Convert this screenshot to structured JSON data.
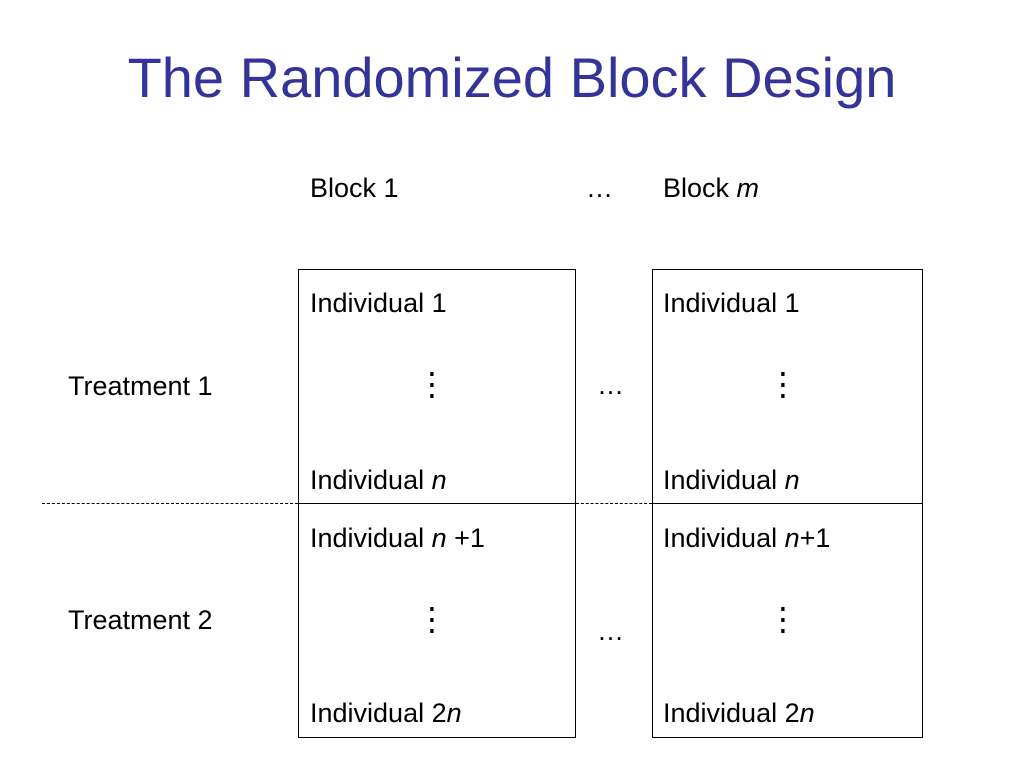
{
  "title": "The Randomized Block Design",
  "columns": {
    "block1": "Block 1",
    "middle": "…",
    "blockm": {
      "prefix": "Block ",
      "var": "m"
    }
  },
  "rows": {
    "treatment1": "Treatment 1",
    "treatment2": "Treatment 2"
  },
  "cells": {
    "b1_t1_top": "Individual 1",
    "b1_t1_bottom": {
      "prefix": "Individual ",
      "var": "n"
    },
    "b1_t2_top": {
      "prefix": "Individual ",
      "var": "n",
      "suffix": " +1"
    },
    "b1_t2_bottom": {
      "prefix": "Individual 2",
      "var": "n"
    },
    "bm_t1_top": "Individual 1",
    "bm_t1_bottom": {
      "prefix": "Individual ",
      "var": "n"
    },
    "bm_t2_top": {
      "prefix": "Individual ",
      "var": "n",
      "suffix": "+1"
    },
    "bm_t2_bottom": {
      "prefix": "Individual 2",
      "var": "n"
    }
  },
  "ellipsis": {
    "vertical": "⋮",
    "horizontal": "…"
  },
  "colors": {
    "title": "#333399"
  }
}
